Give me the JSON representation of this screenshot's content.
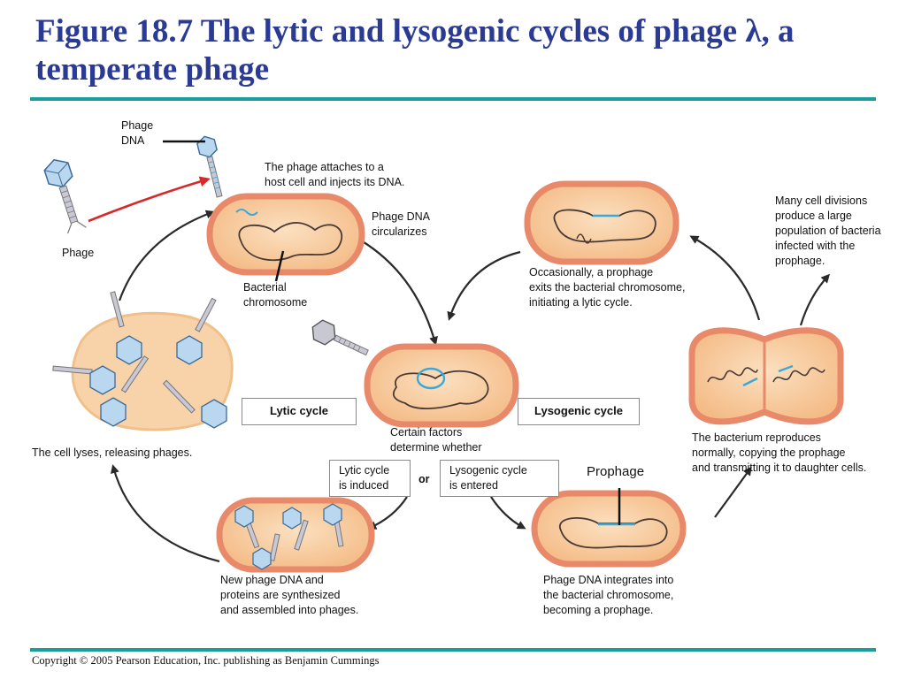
{
  "title": "Figure 18.7 The lytic and lysogenic cycles of phage λ, a temperate phage",
  "footer": "Copyright © 2005 Pearson Education, Inc. publishing as Benjamin Cummings",
  "labels": {
    "phage_dna": "Phage\nDNA",
    "phage": "Phage",
    "attach": "The phage attaches to a\nhost cell and injects its DNA.",
    "circularizes": "Phage DNA\ncircularizes",
    "bacterial_chromosome": "Bacterial\nchromosome",
    "exits": "Occasionally, a prophage\nexits the bacterial chromosome,\ninitiating a lytic cycle.",
    "many_divisions": "Many cell divisions\nproduce a large\npopulation of bacteria\ninfected with the\nprophage.",
    "lyses": "The cell lyses, releasing phages.",
    "certain_factors": "Certain factors\ndetermine whether",
    "reproduces": "The bacterium reproduces\nnormally, copying the prophage\nand transmitting it to daughter cells.",
    "prophage": "Prophage",
    "or": "or",
    "synthesized": "New phage DNA and\nproteins are synthesized\nand assembled into phages.",
    "integrates": "Phage DNA integrates into\nthe bacterial chromosome,\nbecoming a prophage."
  },
  "boxes": {
    "lytic_cycle": "Lytic cycle",
    "lysogenic_cycle": "Lysogenic cycle",
    "lytic_induced": "Lytic cycle\nis induced",
    "lysogenic_entered": "Lysogenic cycle\nis entered"
  },
  "colors": {
    "title": "#2b3a92",
    "rule": "#1a9e9b",
    "cell_fill": "#f6c89a",
    "cell_wall": "#e8896a",
    "chromosome": "#4a3a35",
    "phage_dna": "#3aa8d8",
    "red_arrow": "#d62a2a",
    "arrow": "#2a2a2a"
  }
}
